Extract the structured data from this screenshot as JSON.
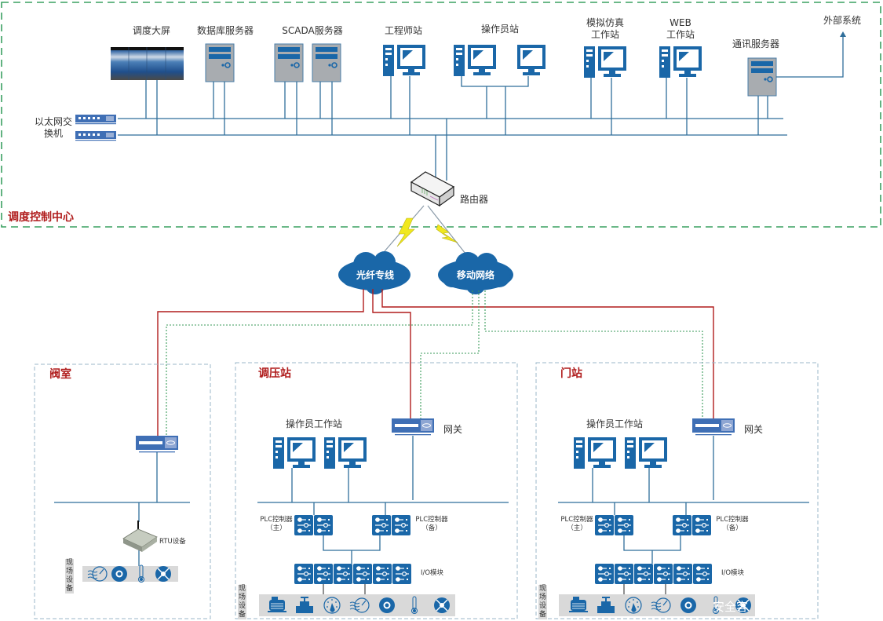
{
  "control_center": {
    "title": "调度控制中心",
    "devices": {
      "video_wall": "调度大屏",
      "db_server": "数据库服务器",
      "scada_server": "SCADA服务器",
      "engineer_station": "工程师站",
      "operator_station": "操作员站",
      "sim_station_line1": "模拟仿真",
      "sim_station_line2": "工作站",
      "web_station_line1": "WEB",
      "web_station_line2": "工作站",
      "comm_server": "通讯服务器",
      "external_system": "外部系统",
      "ethernet_switch_line1": "以太网交",
      "ethernet_switch_line2": "换机",
      "router": "路由器"
    }
  },
  "networks": {
    "fiber": "光纤专线",
    "mobile": "移动网络"
  },
  "sites": [
    {
      "id": "valve_room",
      "title": "阀室",
      "rtu": "RTU设备",
      "field_label": "现场设备",
      "field_devices": [
        "flow-meter",
        "pressure-sensor",
        "thermometer",
        "fan"
      ]
    },
    {
      "id": "regulator_station",
      "title": "调压站",
      "operator_ws": "操作员工作站",
      "gateway": "网关",
      "plc_main_line1": "PLC控制器",
      "plc_main_line2": "（主）",
      "plc_backup_line1": "PLC控制器",
      "plc_backup_line2": "（备）",
      "io_module": "I/O模块",
      "field_label": "现场设备",
      "field_devices": [
        "motor",
        "valve",
        "gauge",
        "flow-meter",
        "pressure-sensor",
        "thermometer",
        "fan"
      ]
    },
    {
      "id": "gate_station",
      "title": "门站",
      "operator_ws": "操作员工作站",
      "gateway": "网关",
      "plc_main_line1": "PLC控制器",
      "plc_main_line2": "（主）",
      "plc_backup_line1": "PLC控制器",
      "plc_backup_line2": "（备）",
      "io_module": "I/O模块",
      "field_label": "现场设备",
      "field_devices": [
        "motor",
        "valve",
        "gauge",
        "flow-meter",
        "pressure-sensor",
        "thermometer",
        "fan"
      ]
    }
  ],
  "watermark": "安全客（",
  "colors": {
    "device_blue": "#1a67a8",
    "line_blue": "#2f6e9a",
    "fiber_red": "#b01c1c",
    "mobile_green": "#3a9a5a",
    "zone_green": "#3aa060",
    "site_border": "#9bb7c9",
    "server_gray": "#a8acb0"
  }
}
